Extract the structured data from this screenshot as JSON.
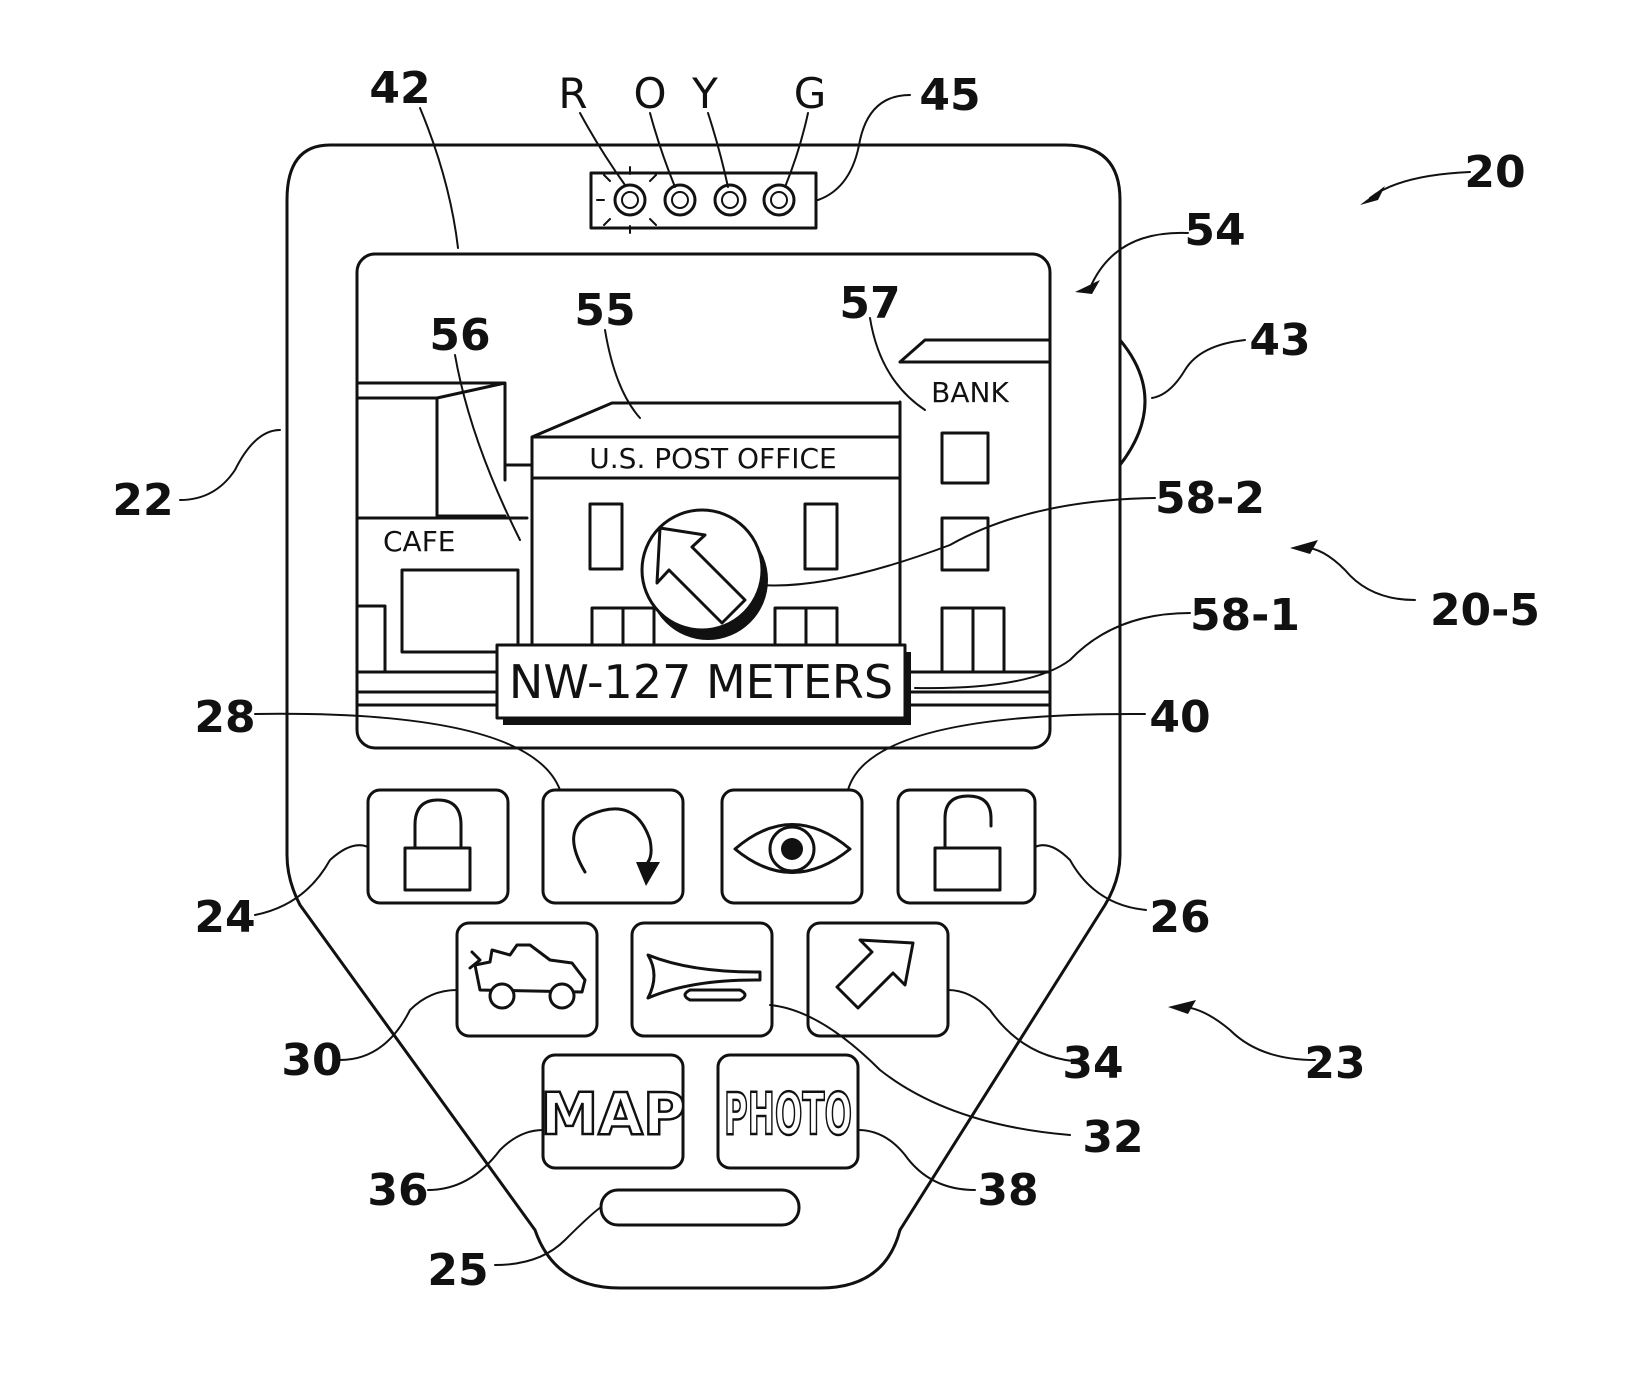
{
  "device": {
    "led_letters": [
      "R",
      "O",
      "Y",
      "G"
    ],
    "screen": {
      "labels": {
        "cafe": "CAFE",
        "post_office": "U.S. POST OFFICE",
        "bank": "BANK"
      },
      "distance_readout": "NW-127 METERS"
    },
    "buttons": {
      "map": "MAP",
      "photo": "PHOTO"
    },
    "icons": [
      "lock-icon",
      "rotate-arrow-icon",
      "eye-icon",
      "unlock-icon",
      "car-icon",
      "horn-icon",
      "direction-arrow-icon"
    ]
  },
  "reference_numerals": {
    "n20": "20",
    "n20_5": "20-5",
    "n22": "22",
    "n23": "23",
    "n24": "24",
    "n25": "25",
    "n26": "26",
    "n28": "28",
    "n30": "30",
    "n32": "32",
    "n34": "34",
    "n36": "36",
    "n38": "38",
    "n40": "40",
    "n42": "42",
    "n43": "43",
    "n45": "45",
    "n54": "54",
    "n55": "55",
    "n56": "56",
    "n57": "57",
    "n58_1": "58-1",
    "n58_2": "58-2"
  }
}
